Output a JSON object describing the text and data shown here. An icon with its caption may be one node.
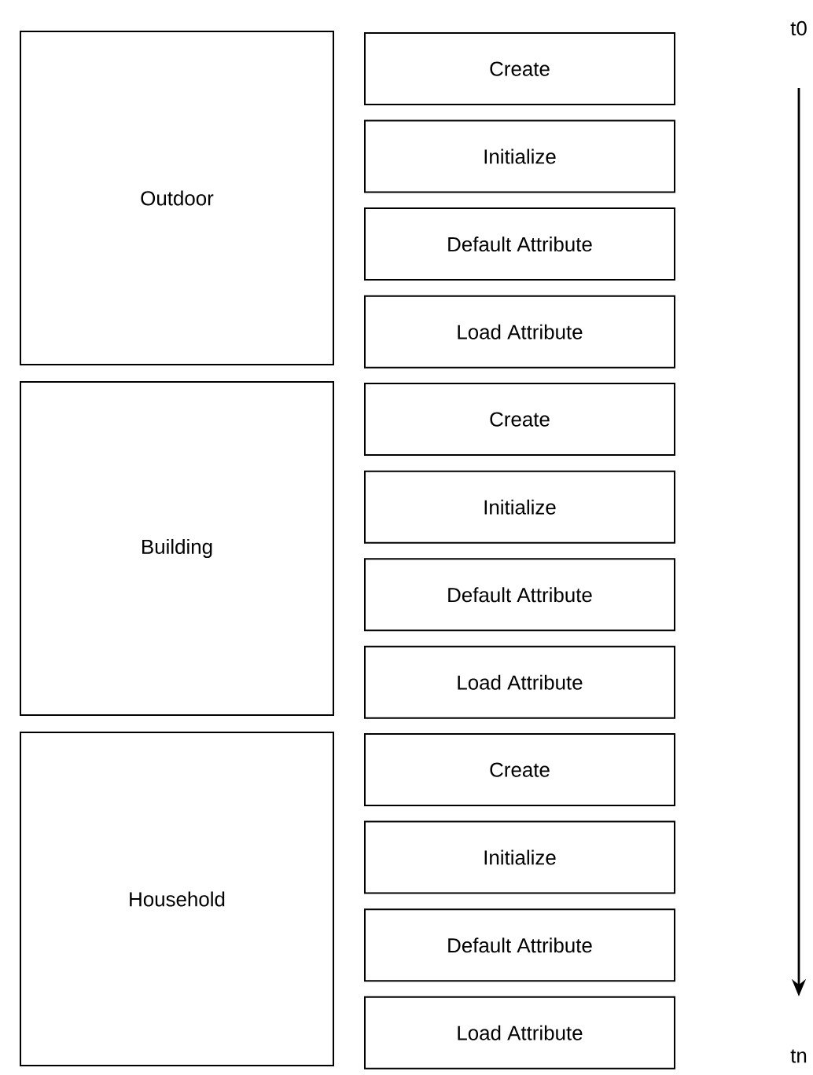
{
  "diagram": {
    "nodes": [
      {
        "text": [
          "Outdoor"
        ]
      },
      {
        "text": [
          "Create"
        ]
      },
      {
        "text": [
          "Initialize"
        ]
      },
      {
        "text": [
          "Default Attribute"
        ]
      },
      {
        "text": [
          "Load Attribute"
        ]
      },
      {
        "text": [
          "Building"
        ]
      },
      {
        "text": [
          "Create"
        ]
      },
      {
        "text": [
          "Initialize"
        ]
      },
      {
        "text": [
          "Default Attribute"
        ]
      },
      {
        "text": [
          "Load Attribute"
        ]
      },
      {
        "text": [
          "Household"
        ]
      },
      {
        "text": [
          "Create"
        ]
      },
      {
        "text": [
          "Initialize"
        ]
      },
      {
        "text": [
          "Default Attribute"
        ]
      },
      {
        "text": [
          "Load Attribute"
        ]
      }
    ],
    "edges": [],
    "labels": [
      "t0",
      "tn"
    ]
  }
}
